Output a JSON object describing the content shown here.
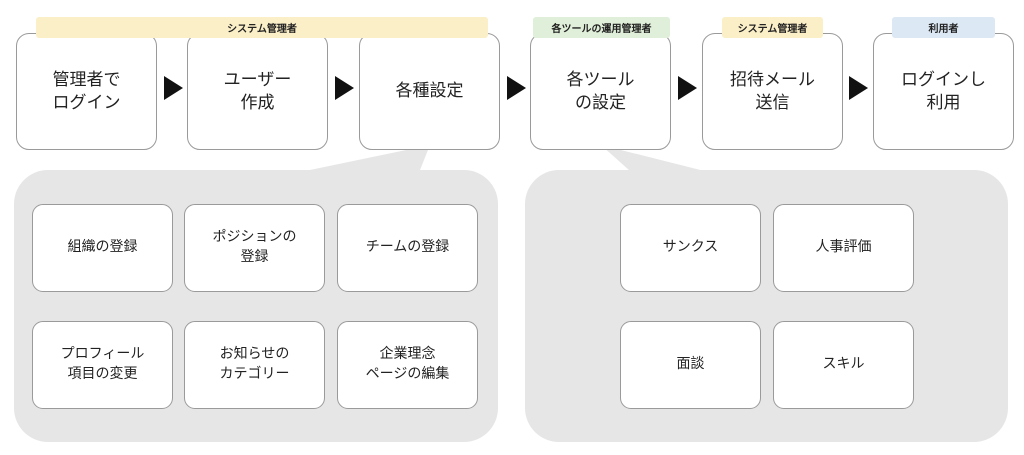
{
  "roles": [
    {
      "label": "システム管理者",
      "color": "#fbefc7"
    },
    {
      "label": "各ツールの運用管理者",
      "color": "#e0efd9"
    },
    {
      "label": "システム管理者",
      "color": "#fbefc7"
    },
    {
      "label": "利用者",
      "color": "#dde8f5"
    }
  ],
  "steps": [
    {
      "label": "管理者で\nログイン"
    },
    {
      "label": "ユーザー\n作成"
    },
    {
      "label": "各種設定"
    },
    {
      "label": "各ツール\nの設定"
    },
    {
      "label": "招待メール\n送信"
    },
    {
      "label": "ログインし\n利用"
    }
  ],
  "general_settings": {
    "items": [
      {
        "label": "組織の登録"
      },
      {
        "label": "ポジションの\n登録"
      },
      {
        "label": "チームの登録"
      },
      {
        "label": "プロフィール\n項目の変更"
      },
      {
        "label": "お知らせの\nカテゴリー"
      },
      {
        "label": "企業理念\nページの編集"
      }
    ]
  },
  "tool_settings": {
    "items": [
      {
        "label": "サンクス"
      },
      {
        "label": "人事評価"
      },
      {
        "label": "面談"
      },
      {
        "label": "スキル"
      }
    ]
  }
}
